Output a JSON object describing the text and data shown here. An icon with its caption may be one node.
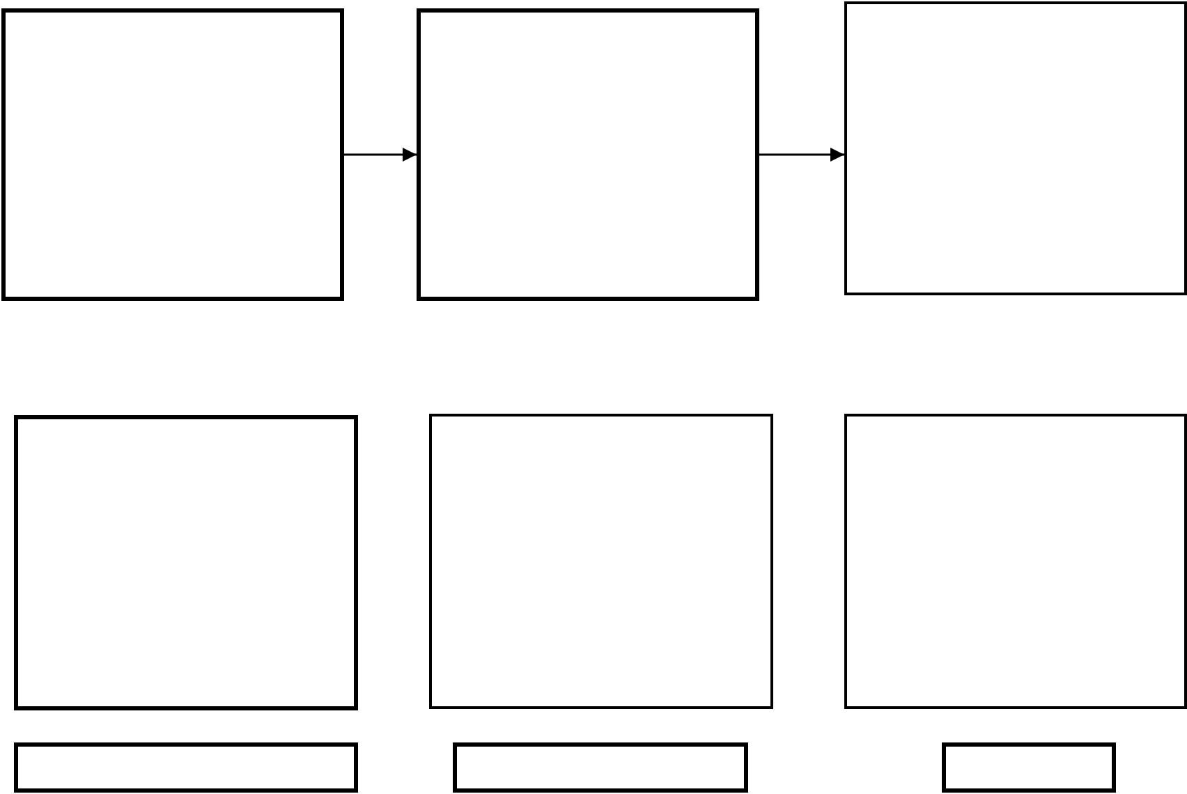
{
  "diagram": {
    "nodes": [
      {
        "text": [],
        "shape": "box"
      },
      {
        "text": [],
        "shape": "box"
      },
      {
        "text": [],
        "shape": "box"
      },
      {
        "text": [],
        "shape": "box"
      },
      {
        "text": [],
        "shape": "box"
      },
      {
        "text": [],
        "shape": "box"
      },
      {
        "text": [],
        "shape": "box"
      },
      {
        "text": [],
        "shape": "box"
      },
      {
        "text": [],
        "shape": "box"
      }
    ],
    "edges": [
      {
        "from": 0,
        "to": 1,
        "arrow": "to"
      },
      {
        "from": 1,
        "to": 2,
        "arrow": "to"
      }
    ]
  }
}
